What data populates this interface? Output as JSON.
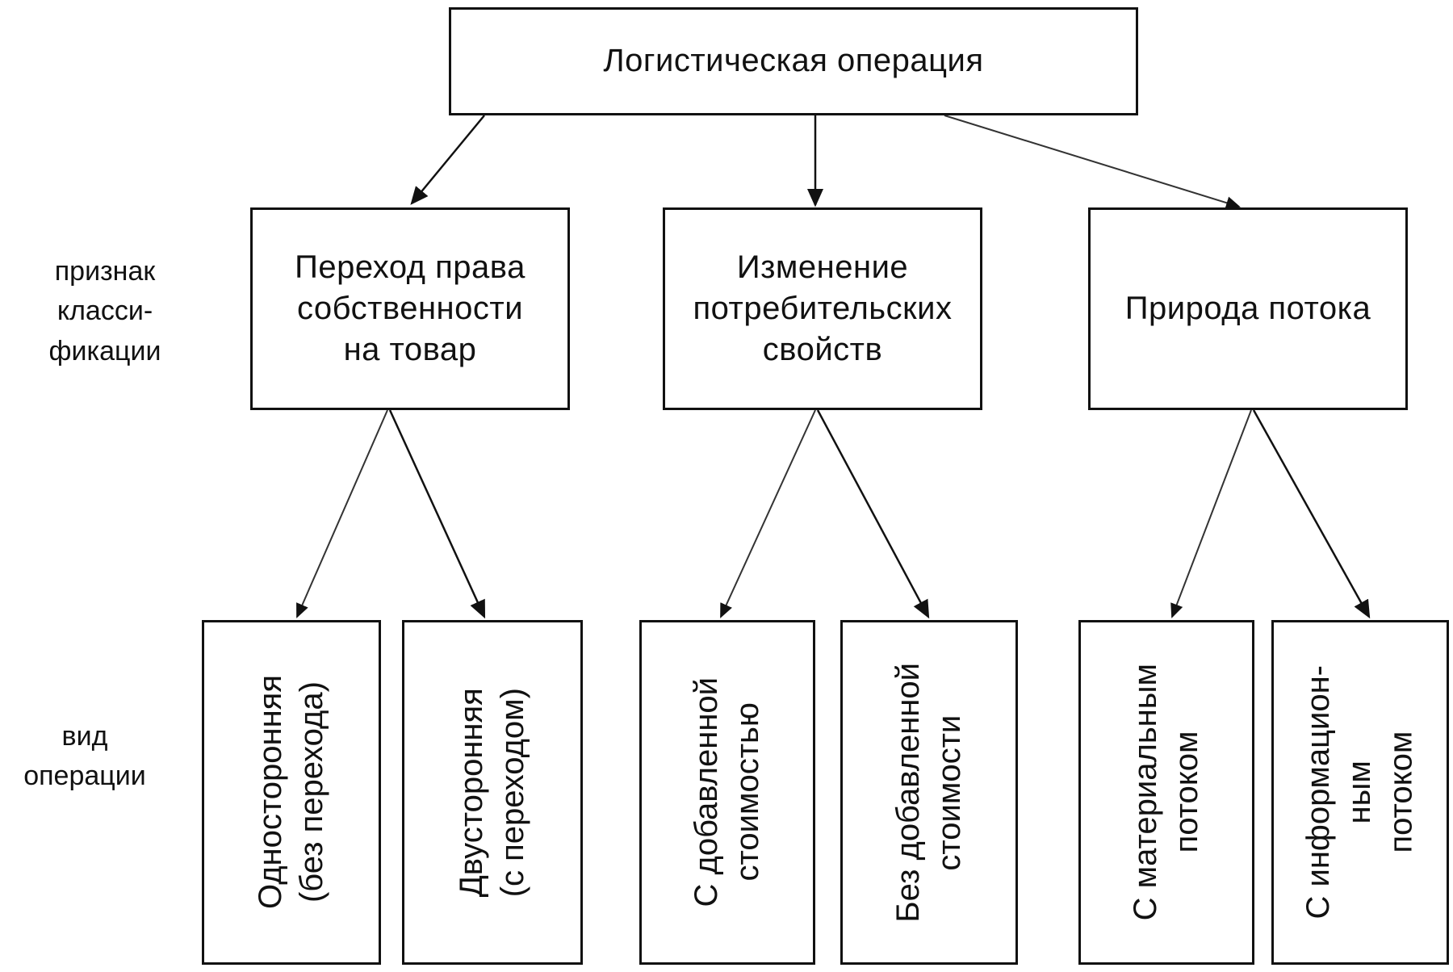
{
  "root": {
    "label": "Логистическая операция"
  },
  "side_labels": {
    "classification": "признак\nкласси-\nфикации",
    "operation_type": "вид\nоперации"
  },
  "criteria": [
    {
      "label": "Переход права\nсобственности\nна товар",
      "types": [
        "Односторонняя\n(без перехода)",
        "Двусторонняя\n(с переходом)"
      ]
    },
    {
      "label": "Изменение\nпотребительских\nсвойств",
      "types": [
        "С добавленной\nстоимостью",
        "Без добавленной\nстоимости"
      ]
    },
    {
      "label": "Природа потока",
      "types": [
        "С материальным\nпотоком",
        "С информацион-\nным\nпотоком"
      ]
    }
  ]
}
